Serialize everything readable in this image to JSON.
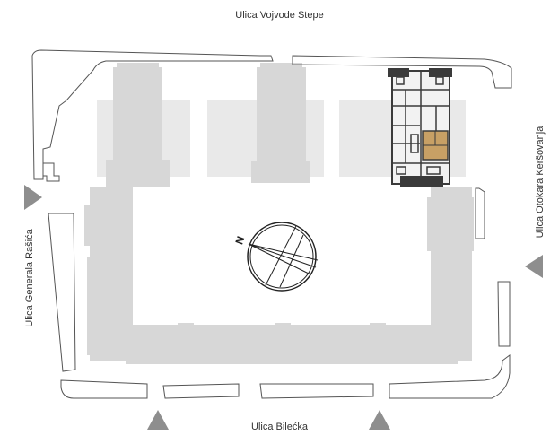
{
  "streets": {
    "top": "Ulica Vojvode Stepe",
    "bottom": "Ulica Bilećka",
    "left": "Ulica Generala Rašića",
    "right": "Ulica Otokara Keršovanja"
  },
  "compass": {
    "label": "N"
  },
  "colors": {
    "building": "#d7d7d7",
    "courtyard_block": "#e9e9e9",
    "outline": "#555555",
    "entrance_arrow": "#8e8e8e",
    "floor_plan": "#3a3a3a",
    "highlight_unit": "#c8a065"
  },
  "icons": {
    "entrance": "triangle-arrow-icon",
    "compass": "compass-rose-icon"
  }
}
